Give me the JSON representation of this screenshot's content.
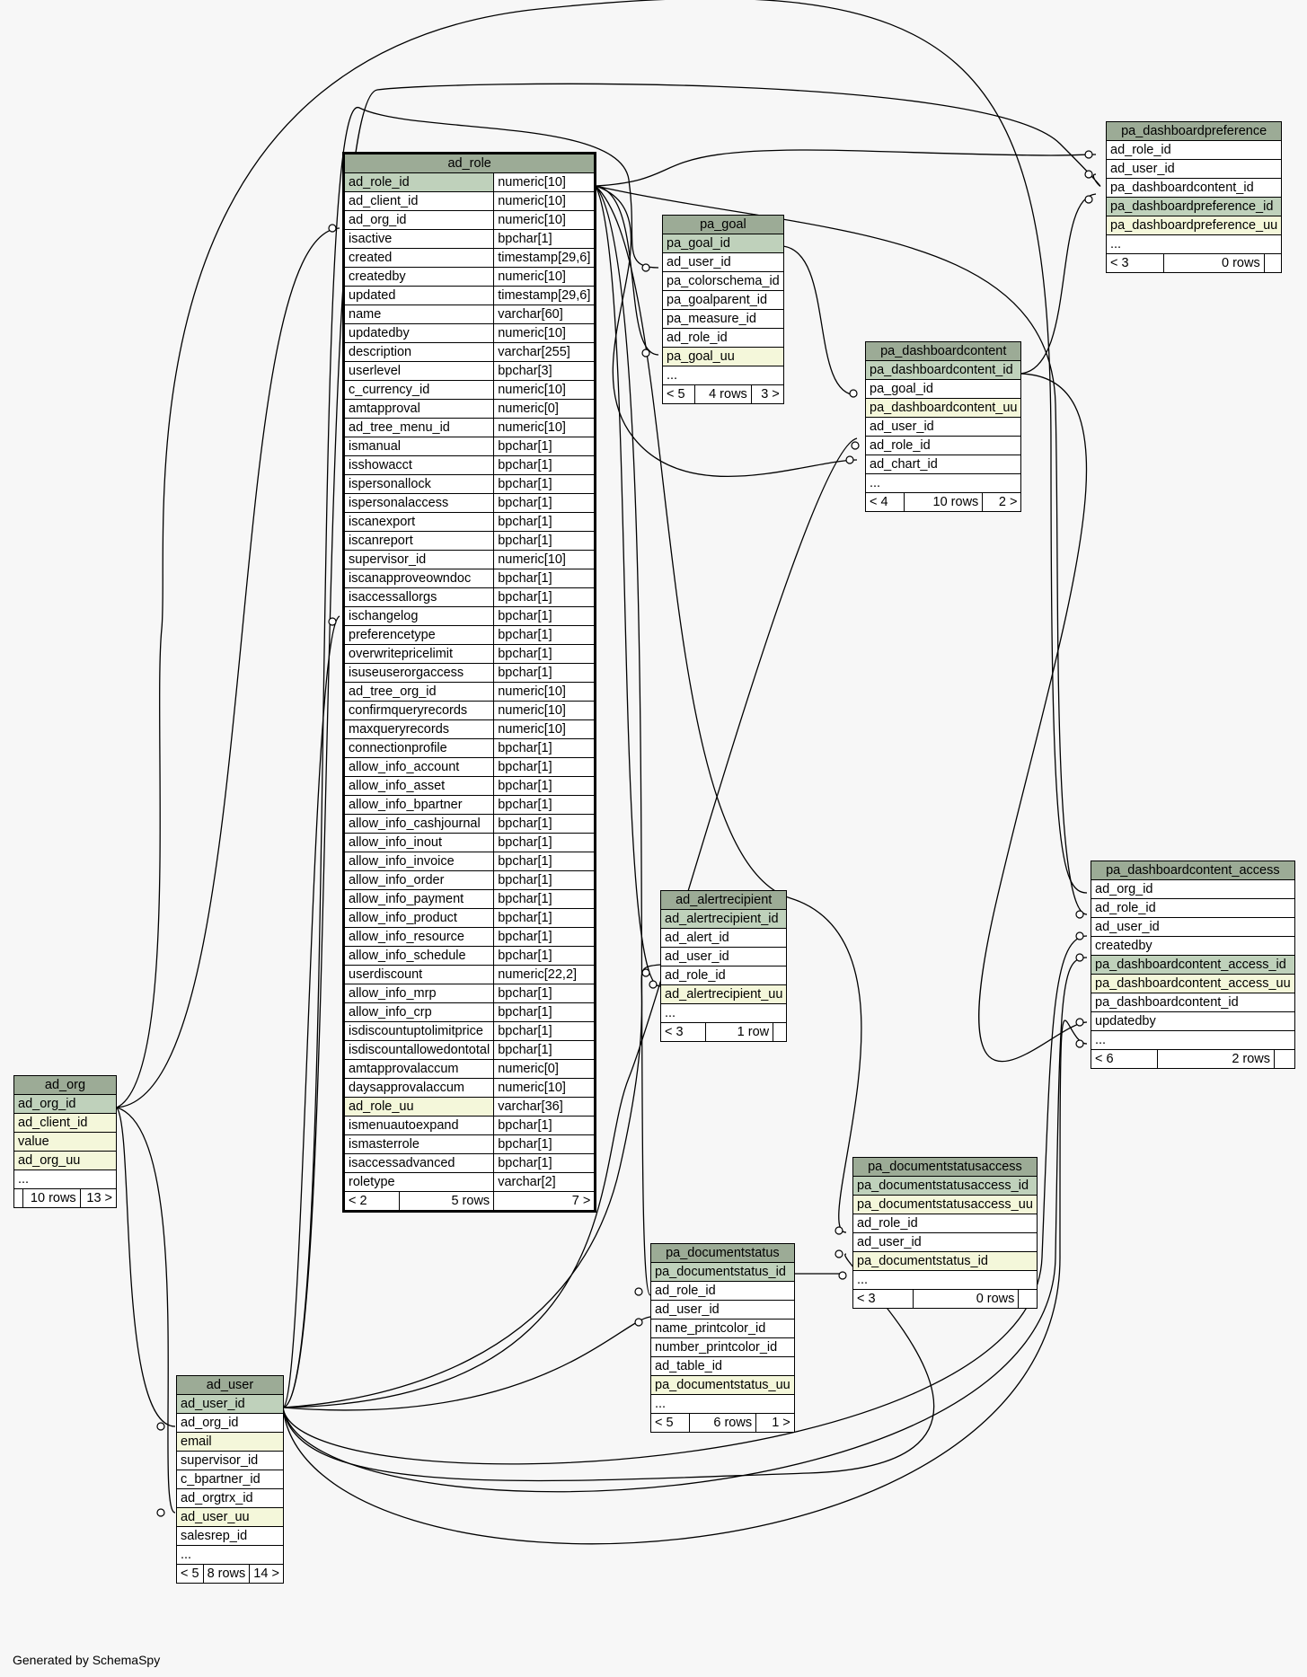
{
  "footer": "Generated by SchemaSpy",
  "tables": [
    {
      "id": "ad_role",
      "name": "ad_role",
      "focus": true,
      "footer": [
        "< 2",
        "5 rows",
        "7 >"
      ],
      "columns": [
        [
          "ad_role_id",
          "numeric[10]",
          "pk"
        ],
        [
          "ad_client_id",
          "numeric[10]",
          ""
        ],
        [
          "ad_org_id",
          "numeric[10]",
          ""
        ],
        [
          "isactive",
          "bpchar[1]",
          ""
        ],
        [
          "created",
          "timestamp[29,6]",
          ""
        ],
        [
          "createdby",
          "numeric[10]",
          ""
        ],
        [
          "updated",
          "timestamp[29,6]",
          ""
        ],
        [
          "name",
          "varchar[60]",
          ""
        ],
        [
          "updatedby",
          "numeric[10]",
          ""
        ],
        [
          "description",
          "varchar[255]",
          ""
        ],
        [
          "userlevel",
          "bpchar[3]",
          ""
        ],
        [
          "c_currency_id",
          "numeric[10]",
          ""
        ],
        [
          "amtapproval",
          "numeric[0]",
          ""
        ],
        [
          "ad_tree_menu_id",
          "numeric[10]",
          ""
        ],
        [
          "ismanual",
          "bpchar[1]",
          ""
        ],
        [
          "isshowacct",
          "bpchar[1]",
          ""
        ],
        [
          "ispersonallock",
          "bpchar[1]",
          ""
        ],
        [
          "ispersonalaccess",
          "bpchar[1]",
          ""
        ],
        [
          "iscanexport",
          "bpchar[1]",
          ""
        ],
        [
          "iscanreport",
          "bpchar[1]",
          ""
        ],
        [
          "supervisor_id",
          "numeric[10]",
          ""
        ],
        [
          "iscanapproveowndoc",
          "bpchar[1]",
          ""
        ],
        [
          "isaccessallorgs",
          "bpchar[1]",
          ""
        ],
        [
          "ischangelog",
          "bpchar[1]",
          ""
        ],
        [
          "preferencetype",
          "bpchar[1]",
          ""
        ],
        [
          "overwritepricelimit",
          "bpchar[1]",
          ""
        ],
        [
          "isuseuserorgaccess",
          "bpchar[1]",
          ""
        ],
        [
          "ad_tree_org_id",
          "numeric[10]",
          ""
        ],
        [
          "confirmqueryrecords",
          "numeric[10]",
          ""
        ],
        [
          "maxqueryrecords",
          "numeric[10]",
          ""
        ],
        [
          "connectionprofile",
          "bpchar[1]",
          ""
        ],
        [
          "allow_info_account",
          "bpchar[1]",
          ""
        ],
        [
          "allow_info_asset",
          "bpchar[1]",
          ""
        ],
        [
          "allow_info_bpartner",
          "bpchar[1]",
          ""
        ],
        [
          "allow_info_cashjournal",
          "bpchar[1]",
          ""
        ],
        [
          "allow_info_inout",
          "bpchar[1]",
          ""
        ],
        [
          "allow_info_invoice",
          "bpchar[1]",
          ""
        ],
        [
          "allow_info_order",
          "bpchar[1]",
          ""
        ],
        [
          "allow_info_payment",
          "bpchar[1]",
          ""
        ],
        [
          "allow_info_product",
          "bpchar[1]",
          ""
        ],
        [
          "allow_info_resource",
          "bpchar[1]",
          ""
        ],
        [
          "allow_info_schedule",
          "bpchar[1]",
          ""
        ],
        [
          "userdiscount",
          "numeric[22,2]",
          ""
        ],
        [
          "allow_info_mrp",
          "bpchar[1]",
          ""
        ],
        [
          "allow_info_crp",
          "bpchar[1]",
          ""
        ],
        [
          "isdiscountuptolimitprice",
          "bpchar[1]",
          ""
        ],
        [
          "isdiscountallowedontotal",
          "bpchar[1]",
          ""
        ],
        [
          "amtapprovalaccum",
          "numeric[0]",
          ""
        ],
        [
          "daysapprovalaccum",
          "numeric[10]",
          ""
        ],
        [
          "ad_role_uu",
          "varchar[36]",
          "idx"
        ],
        [
          "ismenuautoexpand",
          "bpchar[1]",
          ""
        ],
        [
          "ismasterrole",
          "bpchar[1]",
          ""
        ],
        [
          "isaccessadvanced",
          "bpchar[1]",
          ""
        ],
        [
          "roletype",
          "varchar[2]",
          ""
        ]
      ]
    },
    {
      "id": "pa_goal",
      "name": "pa_goal",
      "footer": [
        "< 5",
        "4 rows",
        "3 >"
      ],
      "columns": [
        [
          "pa_goal_id",
          "",
          "pk"
        ],
        [
          "ad_user_id",
          "",
          ""
        ],
        [
          "pa_colorschema_id",
          "",
          ""
        ],
        [
          "pa_goalparent_id",
          "",
          ""
        ],
        [
          "pa_measure_id",
          "",
          ""
        ],
        [
          "ad_role_id",
          "",
          ""
        ],
        [
          "pa_goal_uu",
          "",
          "idx"
        ],
        [
          "...",
          "",
          ""
        ]
      ]
    },
    {
      "id": "pa_dashboardcontent",
      "name": "pa_dashboardcontent",
      "footer": [
        "< 4",
        "10 rows",
        "2 >"
      ],
      "columns": [
        [
          "pa_dashboardcontent_id",
          "",
          "pk"
        ],
        [
          "pa_goal_id",
          "",
          ""
        ],
        [
          "pa_dashboardcontent_uu",
          "",
          "idx"
        ],
        [
          "ad_user_id",
          "",
          ""
        ],
        [
          "ad_role_id",
          "",
          ""
        ],
        [
          "ad_chart_id",
          "",
          ""
        ],
        [
          "...",
          "",
          ""
        ]
      ]
    },
    {
      "id": "pa_dashboardpreference",
      "name": "pa_dashboardpreference",
      "footer": [
        "< 3",
        "0 rows",
        ""
      ],
      "columns": [
        [
          "ad_role_id",
          "",
          ""
        ],
        [
          "ad_user_id",
          "",
          ""
        ],
        [
          "pa_dashboardcontent_id",
          "",
          ""
        ],
        [
          "pa_dashboardpreference_id",
          "",
          "pk"
        ],
        [
          "pa_dashboardpreference_uu",
          "",
          "idx"
        ],
        [
          "...",
          "",
          ""
        ]
      ]
    },
    {
      "id": "ad_alertrecipient",
      "name": "ad_alertrecipient",
      "footer": [
        "< 3",
        "1 row",
        ""
      ],
      "columns": [
        [
          "ad_alertrecipient_id",
          "",
          "pk"
        ],
        [
          "ad_alert_id",
          "",
          ""
        ],
        [
          "ad_user_id",
          "",
          ""
        ],
        [
          "ad_role_id",
          "",
          ""
        ],
        [
          "ad_alertrecipient_uu",
          "",
          "idx"
        ],
        [
          "...",
          "",
          ""
        ]
      ]
    },
    {
      "id": "pa_dashboardcontent_access",
      "name": "pa_dashboardcontent_access",
      "footer": [
        "< 6",
        "2 rows",
        ""
      ],
      "columns": [
        [
          "ad_org_id",
          "",
          ""
        ],
        [
          "ad_role_id",
          "",
          ""
        ],
        [
          "ad_user_id",
          "",
          ""
        ],
        [
          "createdby",
          "",
          ""
        ],
        [
          "pa_dashboardcontent_access_id",
          "",
          "pk"
        ],
        [
          "pa_dashboardcontent_access_uu",
          "",
          "idx"
        ],
        [
          "pa_dashboardcontent_id",
          "",
          ""
        ],
        [
          "updatedby",
          "",
          ""
        ],
        [
          "...",
          "",
          ""
        ]
      ]
    },
    {
      "id": "pa_documentstatusaccess",
      "name": "pa_documentstatusaccess",
      "footer": [
        "< 3",
        "0 rows",
        ""
      ],
      "columns": [
        [
          "pa_documentstatusaccess_id",
          "",
          "pk"
        ],
        [
          "pa_documentstatusaccess_uu",
          "",
          "idx"
        ],
        [
          "ad_role_id",
          "",
          ""
        ],
        [
          "ad_user_id",
          "",
          ""
        ],
        [
          "pa_documentstatus_id",
          "",
          "idx"
        ],
        [
          "...",
          "",
          ""
        ]
      ]
    },
    {
      "id": "pa_documentstatus",
      "name": "pa_documentstatus",
      "footer": [
        "< 5",
        "6 rows",
        "1 >"
      ],
      "columns": [
        [
          "pa_documentstatus_id",
          "",
          "pk"
        ],
        [
          "ad_role_id",
          "",
          ""
        ],
        [
          "ad_user_id",
          "",
          ""
        ],
        [
          "name_printcolor_id",
          "",
          ""
        ],
        [
          "number_printcolor_id",
          "",
          ""
        ],
        [
          "ad_table_id",
          "",
          ""
        ],
        [
          "pa_documentstatus_uu",
          "",
          "idx"
        ],
        [
          "...",
          "",
          ""
        ]
      ]
    },
    {
      "id": "ad_org",
      "name": "ad_org",
      "footer": [
        "",
        "10 rows",
        "13 >"
      ],
      "columns": [
        [
          "ad_org_id",
          "",
          "pk"
        ],
        [
          "ad_client_id",
          "",
          "idx"
        ],
        [
          "value",
          "",
          "idx"
        ],
        [
          "ad_org_uu",
          "",
          "idx"
        ],
        [
          "...",
          "",
          ""
        ]
      ]
    },
    {
      "id": "ad_user",
      "name": "ad_user",
      "footer": [
        "< 5",
        "8 rows",
        "14 >"
      ],
      "columns": [
        [
          "ad_user_id",
          "",
          "pk"
        ],
        [
          "ad_org_id",
          "",
          ""
        ],
        [
          "email",
          "",
          "idx"
        ],
        [
          "supervisor_id",
          "",
          ""
        ],
        [
          "c_bpartner_id",
          "",
          ""
        ],
        [
          "ad_orgtrx_id",
          "",
          ""
        ],
        [
          "ad_user_uu",
          "",
          "idx"
        ],
        [
          "salesrep_id",
          "",
          ""
        ],
        [
          "...",
          "",
          ""
        ]
      ]
    }
  ]
}
